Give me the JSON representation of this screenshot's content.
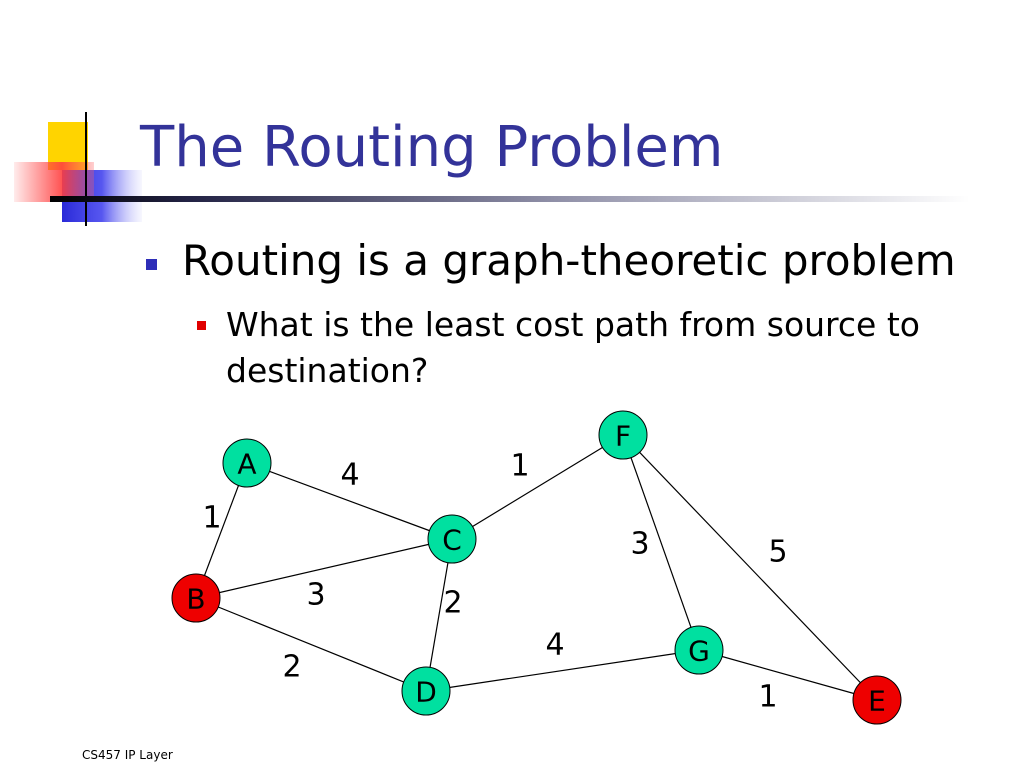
{
  "slide": {
    "title": "The Routing Problem",
    "bullets": [
      {
        "text": "Routing is a graph-theoretic problem"
      },
      {
        "text": "What is the least cost path from source to destination?"
      }
    ],
    "footer": "CS457 IP Layer"
  },
  "colors": {
    "title": "#333399",
    "level1_bullet": "#2e2eb8",
    "level2_bullet": "#e00000",
    "node_normal": "#00e0a0",
    "node_endpoint": "#ee0000"
  },
  "graph": {
    "nodes": [
      {
        "id": "A",
        "label": "A",
        "role": "normal"
      },
      {
        "id": "B",
        "label": "B",
        "role": "endpoint"
      },
      {
        "id": "C",
        "label": "C",
        "role": "normal"
      },
      {
        "id": "D",
        "label": "D",
        "role": "normal"
      },
      {
        "id": "E",
        "label": "E",
        "role": "endpoint"
      },
      {
        "id": "F",
        "label": "F",
        "role": "normal"
      },
      {
        "id": "G",
        "label": "G",
        "role": "normal"
      }
    ],
    "edges": [
      {
        "from": "A",
        "to": "B",
        "cost": "1"
      },
      {
        "from": "A",
        "to": "C",
        "cost": "4"
      },
      {
        "from": "B",
        "to": "C",
        "cost": "3"
      },
      {
        "from": "B",
        "to": "D",
        "cost": "2"
      },
      {
        "from": "C",
        "to": "D",
        "cost": "2"
      },
      {
        "from": "C",
        "to": "F",
        "cost": "1"
      },
      {
        "from": "D",
        "to": "G",
        "cost": "4"
      },
      {
        "from": "F",
        "to": "G",
        "cost": "3"
      },
      {
        "from": "F",
        "to": "E",
        "cost": "5"
      },
      {
        "from": "G",
        "to": "E",
        "cost": "1"
      }
    ]
  }
}
